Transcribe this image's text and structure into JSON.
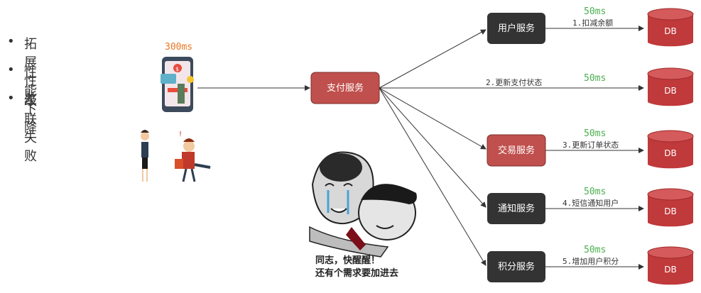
{
  "bullets": [
    "拓展性差",
    "性能下降",
    "级联失败"
  ],
  "client_latency": "300ms",
  "center_service": "支付服务",
  "services": [
    {
      "name": "用户服务",
      "step": "1.扣减余额",
      "latency": "50ms",
      "db": "DB"
    },
    {
      "name": "",
      "step": "2.更新支付状态",
      "latency": "50ms",
      "db": "DB"
    },
    {
      "name": "交易服务",
      "step": "3.更新订单状态",
      "latency": "50ms",
      "db": "DB"
    },
    {
      "name": "通知服务",
      "step": "4.短信通知用户",
      "latency": "50ms",
      "db": "DB"
    },
    {
      "name": "积分服务",
      "step": "5.增加用户积分",
      "latency": "50ms",
      "db": "DB"
    }
  ],
  "meme_caption": [
    "同志，快醒醒！",
    "还有个需求要加进去"
  ],
  "colors": {
    "service_dark": "#333333",
    "service_red": "#c0504d",
    "db": "#c0393b",
    "latency": "#4caf50",
    "client_latency": "#e87722"
  }
}
